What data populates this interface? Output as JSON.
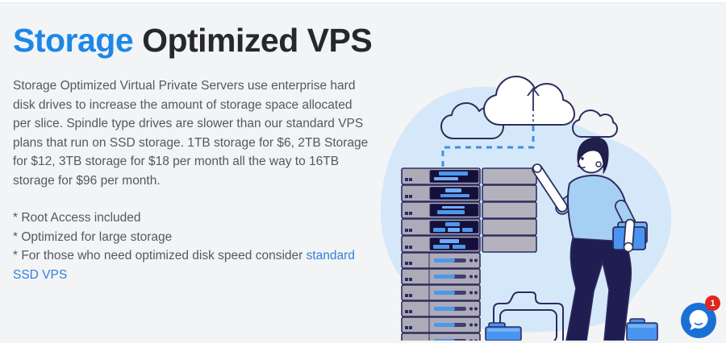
{
  "theme": {
    "bg": "#f3f4f6",
    "topbar_bg": "#ffffff",
    "topbar_border": "#e6e8eb",
    "heading_dark": "#26282d",
    "heading_blue": "#1d87e8",
    "body_text": "#55585f",
    "link_blue": "#3180d8",
    "chat_blue": "#1b70d6",
    "badge_red": "#e1251f"
  },
  "hero": {
    "title_highlight": "Storage",
    "title_rest": "Optimized VPS",
    "description": "Storage Optimized Virtual Private Servers use enterprise hard disk drives to increase the amount of storage space allocated per slice. Spindle type drives are slower than our standard VPS plans that run on SSD storage. 1TB storage for $6, 2TB Storage for $12, 3TB storage for $18 per month all the way to 16TB storage for $96 per month.",
    "features": [
      "* Root Access included",
      "* Optimized for large storage"
    ],
    "feature_with_link": {
      "prefix": "* For those who need optimized disk speed consider",
      "link": "standard SSD VPS"
    }
  },
  "illustration": {
    "alt": "Person uploading storage from a server rack to the cloud",
    "colors": {
      "blob": "#d5e8f9",
      "outline": "#2e2c5e",
      "server_gray": "#acabb7",
      "server_gray_light": "#b3b2bd",
      "screen_dark": "#14103a",
      "bar_blue": "#4f97ec",
      "bar_blue_light": "#6fadf4",
      "vent": "#302a66",
      "track": "#433d70",
      "dash_blue": "#3f8ee8",
      "shirt": "#a5cff3",
      "pants": "#1e1e52",
      "skin": "#ffffff",
      "hair": "#20204a",
      "folder": "#4a94ef",
      "folder_light": "#74b2f4",
      "cloud_fill": "#ffffff"
    }
  },
  "chat_widget": {
    "unread_count": "1"
  }
}
